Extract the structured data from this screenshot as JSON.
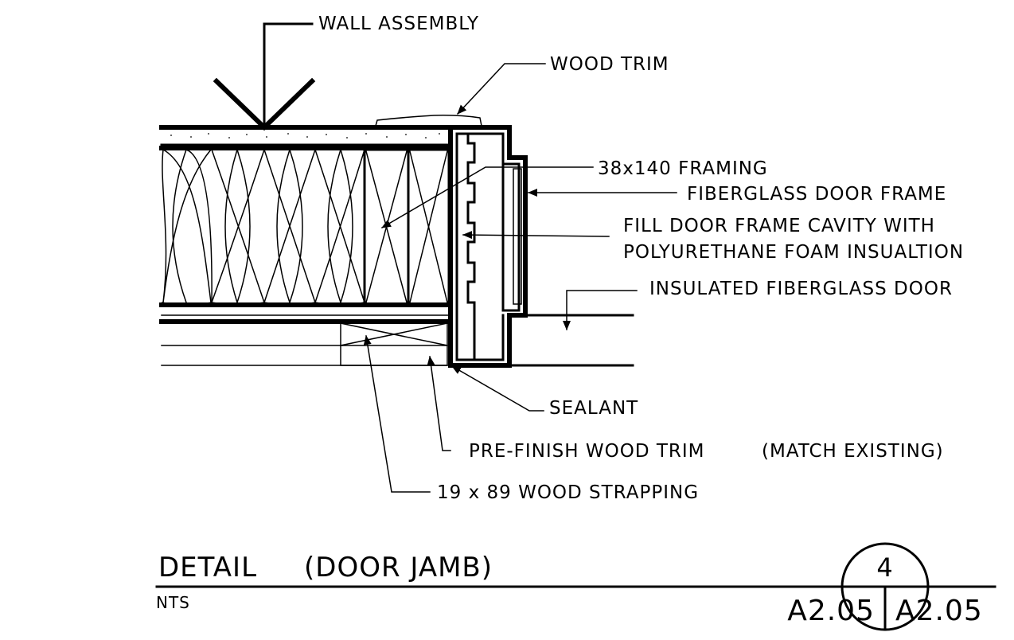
{
  "labels": {
    "wall_assembly": "WALL ASSEMBLY",
    "wood_trim": "WOOD TRIM",
    "framing": "38x140 FRAMING",
    "door_frame": "FIBERGLASS DOOR FRAME",
    "fill_line1": "FILL DOOR FRAME CAVITY WITH",
    "fill_line2": "POLYURETHANE FOAM INSUALTION",
    "insulated_door": "INSULATED FIBERGLASS DOOR",
    "sealant": "SEALANT",
    "prefinish_trim": "PRE-FINISH WOOD TRIM",
    "match_existing": "(MATCH EXISTING)",
    "strapping": "19 x 89 WOOD STRAPPING"
  },
  "title": {
    "main": "DETAIL",
    "sub": "(DOOR JAMB)",
    "scale": "NTS"
  },
  "reference": {
    "number": "4",
    "sheet_left": "A2.05",
    "sheet_right": "A2.05"
  },
  "colors": {
    "ink": "#000000",
    "paper": "#ffffff"
  }
}
